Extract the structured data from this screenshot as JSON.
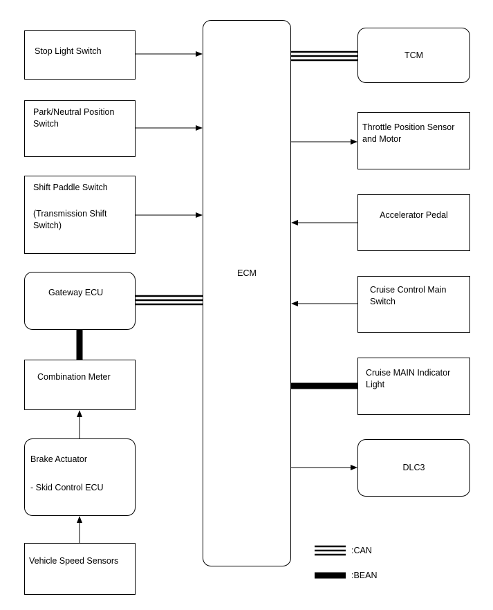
{
  "left_blocks": {
    "stop_light_switch": "Stop Light Switch",
    "park_neutral_line1": "Park/Neutral Position",
    "park_neutral_line2": "Switch",
    "shift_paddle_line1": "Shift Paddle Switch",
    "shift_paddle_line2": "(Transmission Shift",
    "shift_paddle_line3": "Switch)",
    "gateway_ecu": "Gateway ECU",
    "combination_meter": "Combination Meter",
    "brake_actuator_line1": "Brake Actuator",
    "brake_actuator_line2": "- Skid Control ECU",
    "vehicle_speed_sensors": "Vehicle Speed Sensors"
  },
  "center_block": {
    "ecm": "ECM"
  },
  "right_blocks": {
    "tcm": "TCM",
    "throttle_line1": "Throttle Position Sensor",
    "throttle_line2": "and Motor",
    "accelerator_pedal": "Accelerator Pedal",
    "cruise_switch_line1": "Cruise Control Main",
    "cruise_switch_line2": "Switch",
    "cruise_indicator_line1": "Cruise MAIN Indicator",
    "cruise_indicator_line2": "Light",
    "dlc3": "DLC3"
  },
  "legend": {
    "can_label": ":CAN",
    "bean_label": ":BEAN"
  }
}
